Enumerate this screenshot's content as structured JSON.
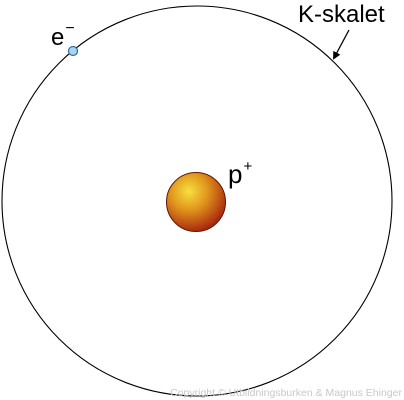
{
  "diagram": {
    "shell_label": "K-skalet",
    "electron_label": "e",
    "electron_charge": "−",
    "proton_label": "p",
    "proton_charge": "+",
    "copyright": "Copyright © Utbildningsburken & Magnus Ehinger"
  },
  "colors": {
    "background": "#ffffff",
    "shell_stroke": "#000000",
    "electron_fill": "#a9d4f2",
    "electron_stroke": "#2d6fa0",
    "proton_highlight": "#f7e040",
    "proton_mid": "#e0961c",
    "proton_edge": "#a8250e",
    "proton_stroke": "#5a1a0a",
    "copyright_text": "#c8c8c8"
  }
}
